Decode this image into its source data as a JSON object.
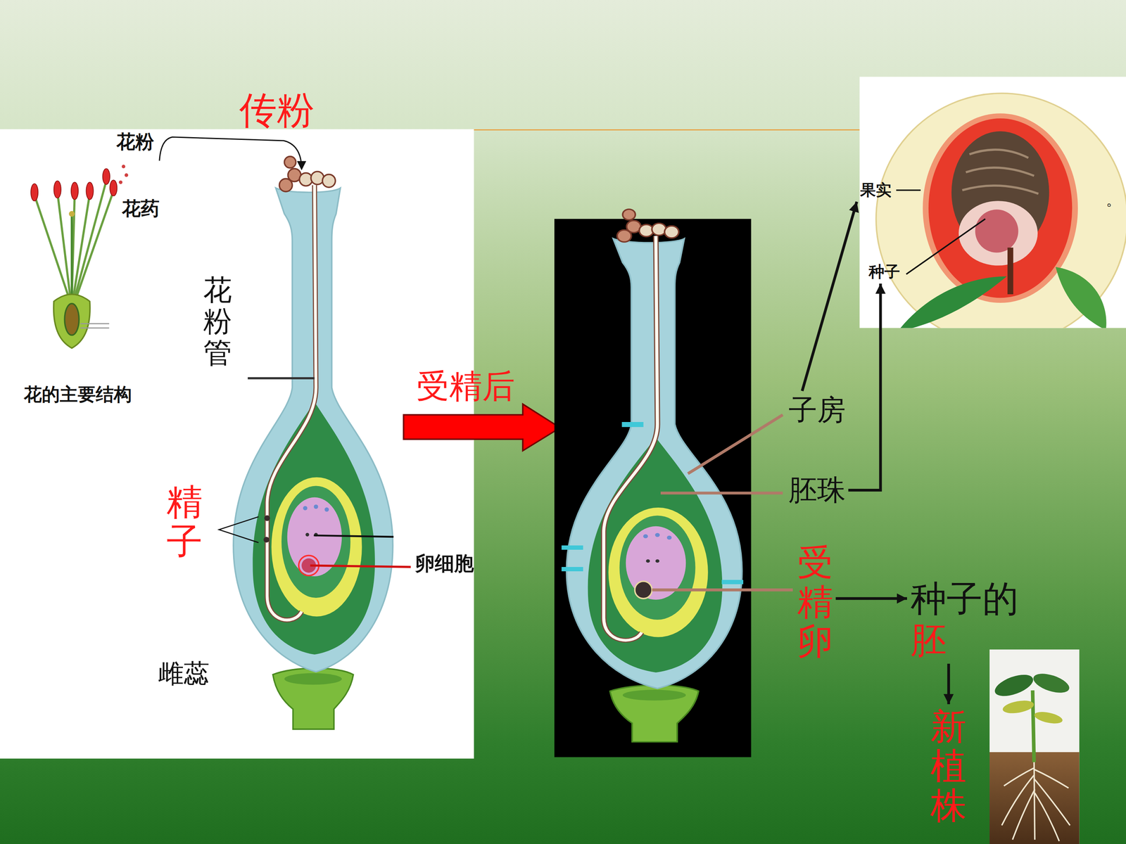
{
  "diagram": {
    "nodes": [
      {
        "text": [
          "子房"
        ]
      },
      {
        "text": [
          "胚珠"
        ]
      },
      {
        "text": [
          "受精卵"
        ]
      },
      {
        "text": [
          "果实"
        ]
      },
      {
        "text": [
          "种子"
        ]
      },
      {
        "text": [
          "种子的",
          "胚"
        ]
      },
      {
        "text": [
          "新植株"
        ]
      }
    ],
    "edges": [
      {
        "from": 0,
        "to": 3,
        "arrow": "to"
      },
      {
        "from": 1,
        "to": 4,
        "arrow": "to"
      },
      {
        "from": 2,
        "to": 5,
        "arrow": "to"
      },
      {
        "from": 5,
        "to": 6,
        "arrow": "to"
      }
    ],
    "labels": [
      "传粉",
      "花粉",
      "花药",
      "花的主要结构",
      "花粉管",
      "精子",
      "卵细胞",
      "雌蕊",
      "受精后",
      "。"
    ]
  }
}
